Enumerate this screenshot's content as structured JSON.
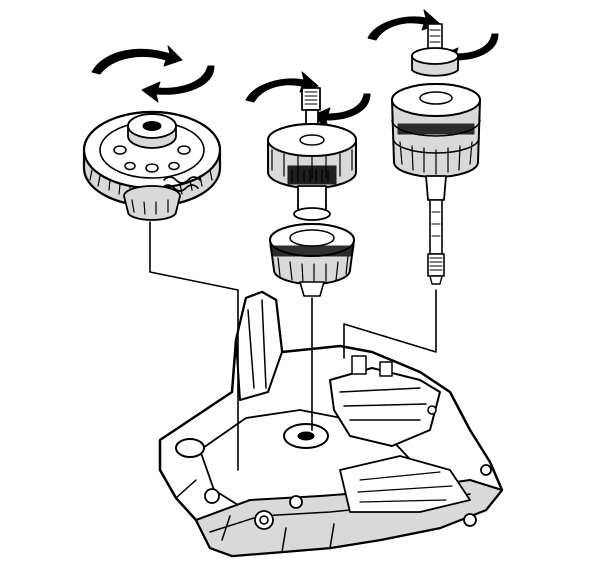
{
  "diagram": {
    "colors": {
      "ink": "#000000",
      "paper": "#ffffff",
      "shade_light": "#d9d9d9",
      "shade_dark": "#8c8c8c"
    },
    "components": [
      {
        "id": "differential",
        "icon": "differential-gear-assembly"
      },
      {
        "id": "input-shaft",
        "icon": "input-shaft-gear-assembly"
      },
      {
        "id": "output-shaft",
        "icon": "output-shaft-gear-assembly"
      },
      {
        "id": "case",
        "icon": "transaxle-case-half"
      }
    ],
    "rotation_arrows": 3,
    "leader_lines": 3
  }
}
